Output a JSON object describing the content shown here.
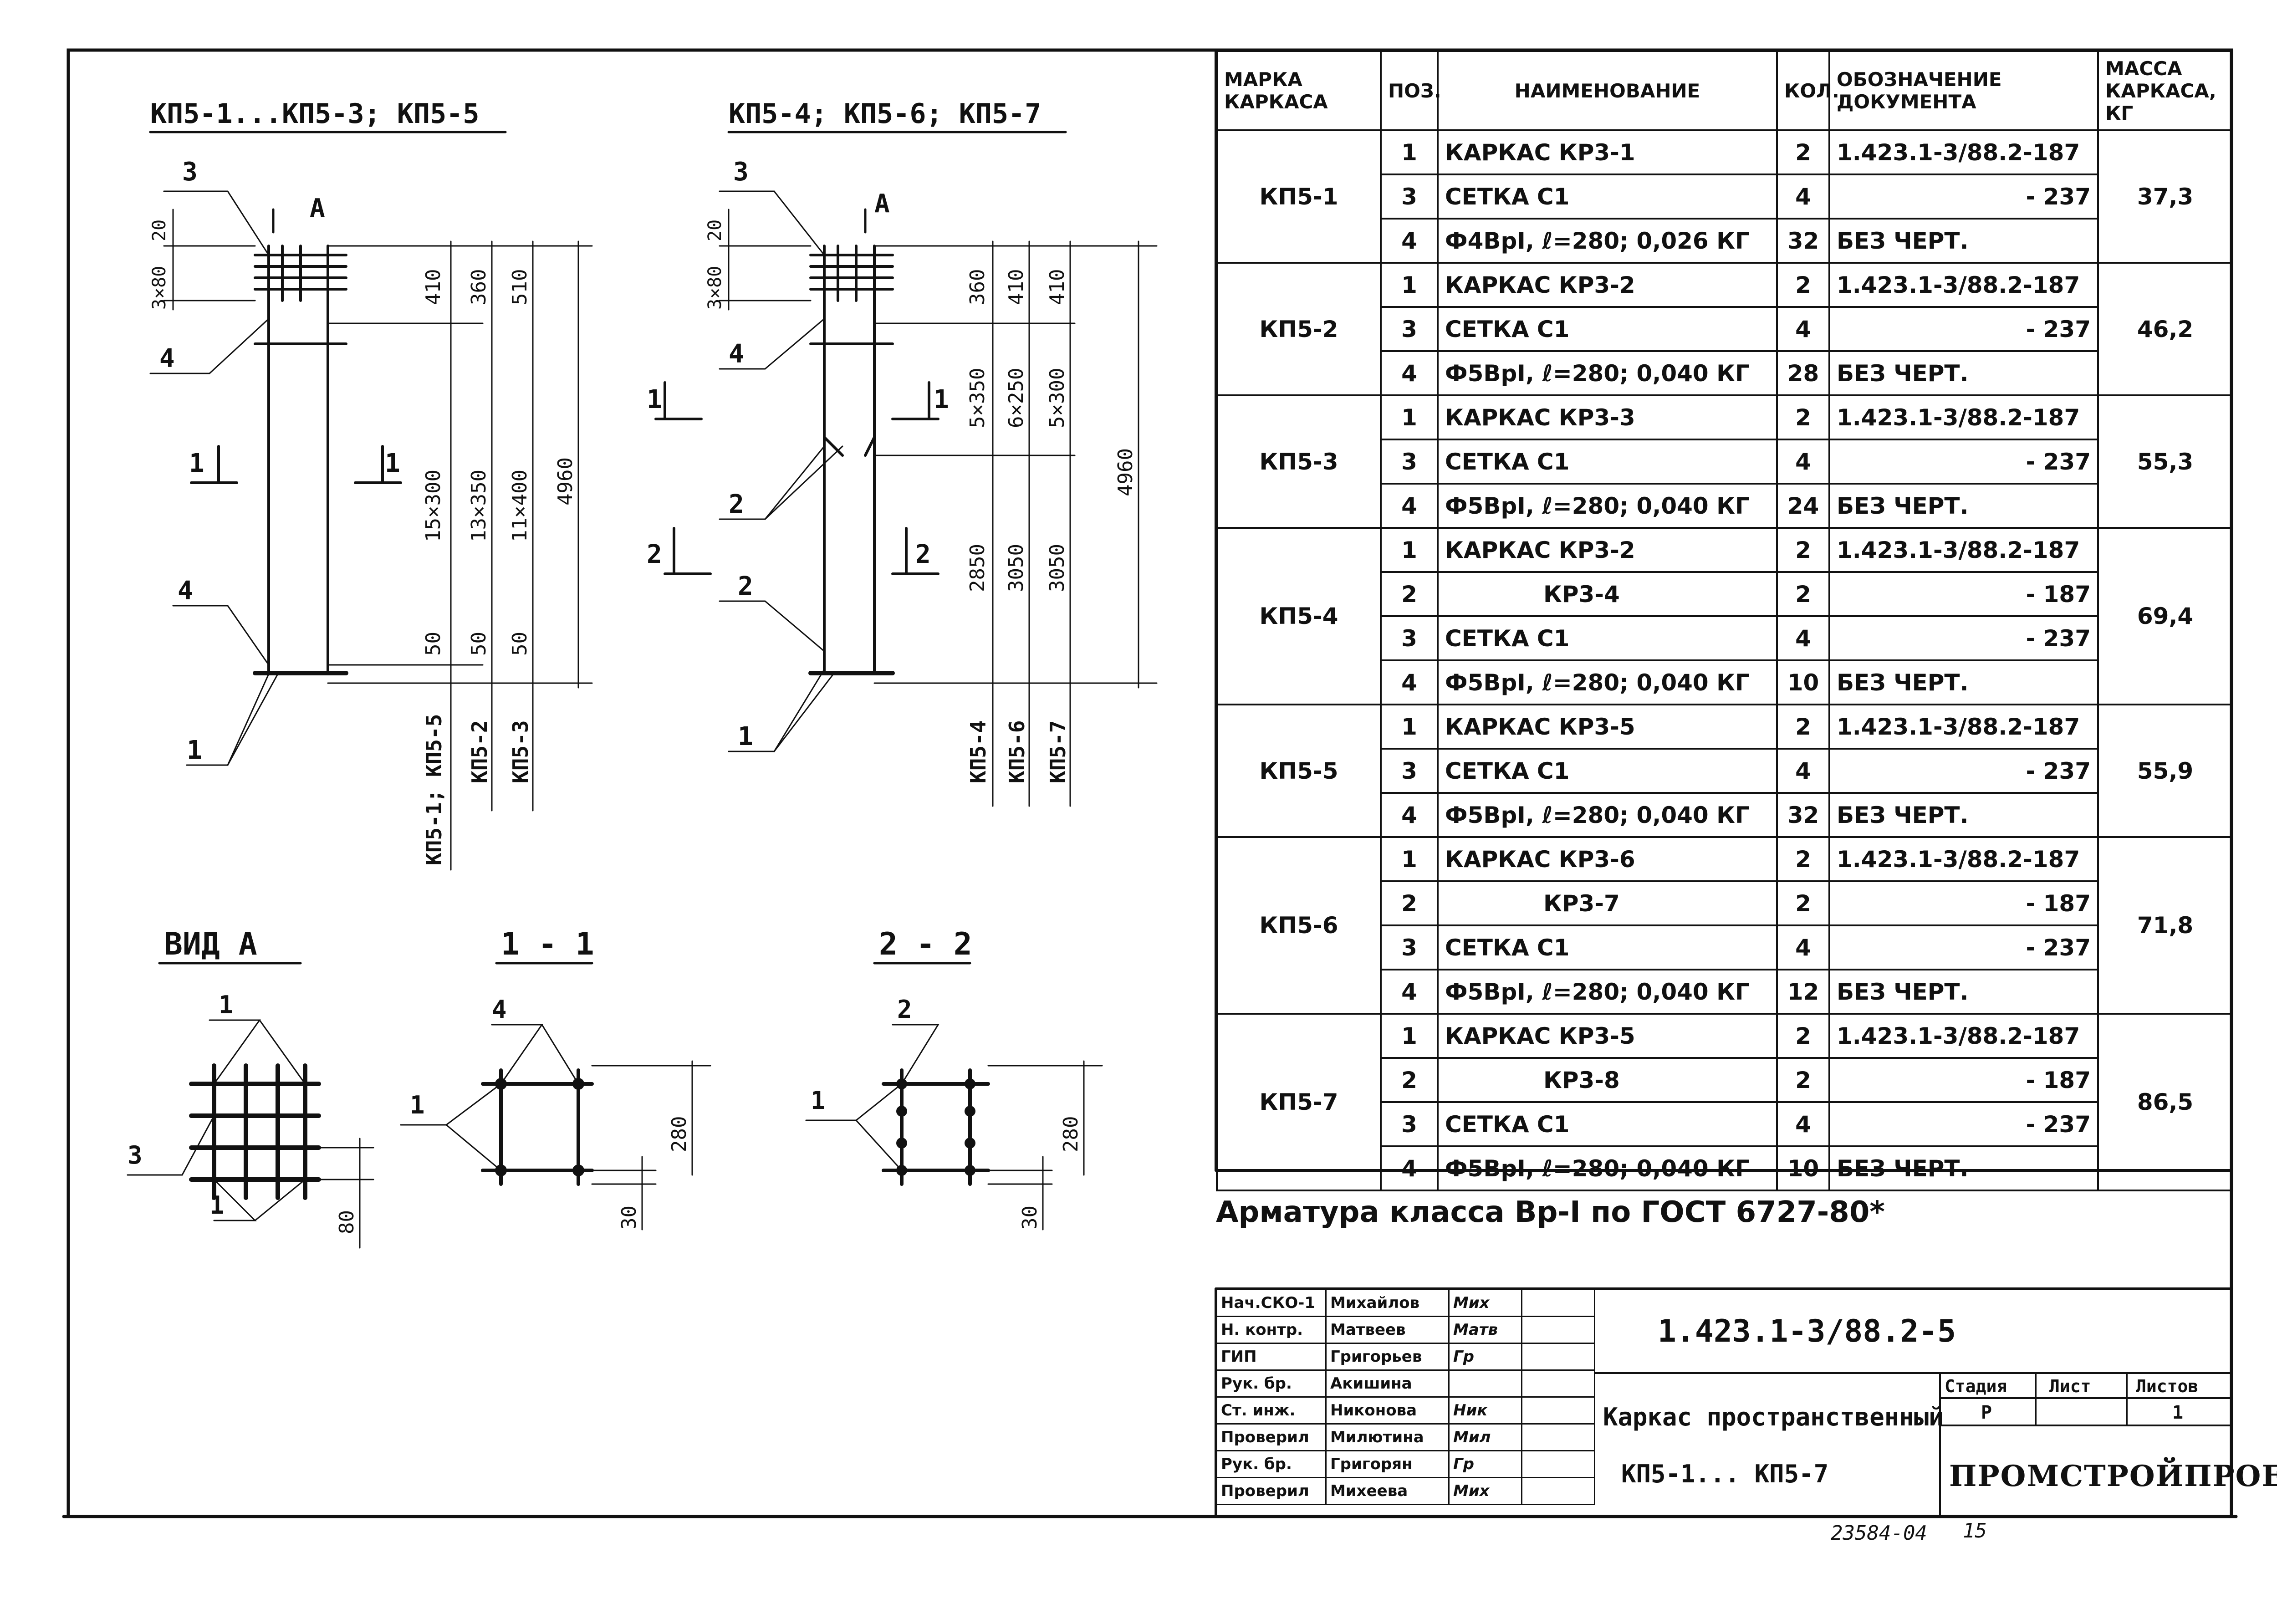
{
  "drawing": {
    "elev_left_title": "КП5-1...КП5-3; КП5-5",
    "elev_right_title": "КП5-4; КП5-6; КП5-7",
    "section_A": "А",
    "section_1": "1",
    "section_2": "2",
    "pos_1": "1",
    "pos_2": "2",
    "pos_3": "3",
    "pos_4": "4",
    "left_dims": {
      "top20": "20",
      "top3x80": "3×80",
      "d410": "410",
      "d360": "360",
      "d510": "510",
      "d15x300": "15×300",
      "d13x350": "13×350",
      "d11x400": "11×400",
      "d4960": "4960",
      "d50a": "50",
      "d50b": "50",
      "d50c": "50",
      "lbl_kp51_55": "КП5-1; КП5-5",
      "lbl_kp52": "КП5-2",
      "lbl_kp53": "КП5-3"
    },
    "right_dims": {
      "top20": "20",
      "top3x80": "3×80",
      "d360": "360",
      "d410a": "410",
      "d410b": "410",
      "d5x350": "5×350",
      "d6x250": "6×250",
      "d5x300": "5×300",
      "d4960": "4960",
      "d2850": "2850",
      "d3050a": "3050",
      "d3050b": "3050",
      "lbl_kp54": "КП5-4",
      "lbl_kp56": "КП5-6",
      "lbl_kp57": "КП5-7"
    },
    "view_a_title": "ВИД А",
    "sec11_title": "1 - 1",
    "sec22_title": "2 - 2",
    "d280a": "280",
    "d280b": "280",
    "d80": "80",
    "d30a": "30",
    "d30b": "30"
  },
  "spec": {
    "headers": {
      "mark": "МАРКА КАРКАСА",
      "pos": "ПОЗ.",
      "name": "НАИМЕНОВАНИЕ",
      "qty": "КОЛ.",
      "doc": "ОБОЗНАЧЕНИЕ ДОКУМЕНТА",
      "mass": "МАССА КАРКАСА, КГ"
    },
    "groups": [
      {
        "mark": "КП5-1",
        "mass": "37,3",
        "rows": [
          {
            "pos": "1",
            "name": "КАРКАС КР3-1",
            "qty": "2",
            "doc": "1.423.1-3/88.2-187"
          },
          {
            "pos": "3",
            "name": "СЕТКА С1",
            "qty": "4",
            "doc": "- 237"
          },
          {
            "pos": "4",
            "name": "Ф4ВрI, ℓ=280; 0,026 КГ",
            "qty": "32",
            "doc": "БЕЗ ЧЕРТ."
          }
        ]
      },
      {
        "mark": "КП5-2",
        "mass": "46,2",
        "rows": [
          {
            "pos": "1",
            "name": "КАРКАС КР3-2",
            "qty": "2",
            "doc": "1.423.1-3/88.2-187"
          },
          {
            "pos": "3",
            "name": "СЕТКА С1",
            "qty": "4",
            "doc": "- 237"
          },
          {
            "pos": "4",
            "name": "Ф5ВрI, ℓ=280; 0,040 КГ",
            "qty": "28",
            "doc": "БЕЗ ЧЕРТ."
          }
        ]
      },
      {
        "mark": "КП5-3",
        "mass": "55,3",
        "rows": [
          {
            "pos": "1",
            "name": "КАРКАС КР3-3",
            "qty": "2",
            "doc": "1.423.1-3/88.2-187"
          },
          {
            "pos": "3",
            "name": "СЕТКА С1",
            "qty": "4",
            "doc": "- 237"
          },
          {
            "pos": "4",
            "name": "Ф5ВрI, ℓ=280; 0,040 КГ",
            "qty": "24",
            "doc": "БЕЗ ЧЕРТ."
          }
        ]
      },
      {
        "mark": "КП5-4",
        "mass": "69,4",
        "rows": [
          {
            "pos": "1",
            "name": "КАРКАС КР3-2",
            "qty": "2",
            "doc": "1.423.1-3/88.2-187"
          },
          {
            "pos": "2",
            "name": "КР3-4",
            "qty": "2",
            "doc": "- 187"
          },
          {
            "pos": "3",
            "name": "СЕТКА С1",
            "qty": "4",
            "doc": "- 237"
          },
          {
            "pos": "4",
            "name": "Ф5ВрI, ℓ=280; 0,040 КГ",
            "qty": "10",
            "doc": "БЕЗ ЧЕРТ."
          }
        ]
      },
      {
        "mark": "КП5-5",
        "mass": "55,9",
        "rows": [
          {
            "pos": "1",
            "name": "КАРКАС КР3-5",
            "qty": "2",
            "doc": "1.423.1-3/88.2-187"
          },
          {
            "pos": "3",
            "name": "СЕТКА С1",
            "qty": "4",
            "doc": "- 237"
          },
          {
            "pos": "4",
            "name": "Ф5ВрI, ℓ=280; 0,040 КГ",
            "qty": "32",
            "doc": "БЕЗ ЧЕРТ."
          }
        ]
      },
      {
        "mark": "КП5-6",
        "mass": "71,8",
        "rows": [
          {
            "pos": "1",
            "name": "КАРКАС КР3-6",
            "qty": "2",
            "doc": "1.423.1-3/88.2-187"
          },
          {
            "pos": "2",
            "name": "КР3-7",
            "qty": "2",
            "doc": "- 187"
          },
          {
            "pos": "3",
            "name": "СЕТКА С1",
            "qty": "4",
            "doc": "- 237"
          },
          {
            "pos": "4",
            "name": "Ф5ВрI, ℓ=280; 0,040 КГ",
            "qty": "12",
            "doc": "БЕЗ ЧЕРТ."
          }
        ]
      },
      {
        "mark": "КП5-7",
        "mass": "86,5",
        "rows": [
          {
            "pos": "1",
            "name": "КАРКАС КР3-5",
            "qty": "2",
            "doc": "1.423.1-3/88.2-187"
          },
          {
            "pos": "2",
            "name": "КР3-8",
            "qty": "2",
            "doc": "- 187"
          },
          {
            "pos": "3",
            "name": "СЕТКА С1",
            "qty": "4",
            "doc": "- 237"
          },
          {
            "pos": "4",
            "name": "Ф5ВрI, ℓ=280; 0,040 КГ",
            "qty": "10",
            "doc": "БЕЗ ЧЕРТ."
          }
        ]
      }
    ],
    "note": "Арматура класса Вр-I по ГОСТ 6727-80*"
  },
  "stamp": {
    "roles": [
      {
        "role": "Нач.СКО-1",
        "name": "Михайлов",
        "sign": "Мих"
      },
      {
        "role": "Н. контр.",
        "name": "Матвеев",
        "sign": "Матв"
      },
      {
        "role": "ГИП",
        "name": "Григорьев",
        "sign": "Гр"
      },
      {
        "role": "Рук. бр.",
        "name": "Акишина",
        "sign": ""
      },
      {
        "role": "Ст. инж.",
        "name": "Никонова",
        "sign": "Ник"
      },
      {
        "role": "Проверил",
        "name": "Милютина",
        "sign": "Мил"
      },
      {
        "role": "Рук. бр.",
        "name": "Григорян",
        "sign": "Гр"
      },
      {
        "role": "Проверил",
        "name": "Михеева",
        "sign": "Мих"
      }
    ],
    "doc_code": "1.423.1-3/88.2-5",
    "title_line1": "Каркас пространственный",
    "title_line2": "КП5-1... КП5-7",
    "stage_label": "Стадия",
    "sheet_label": "Лист",
    "sheets_label": "Листов",
    "stage_value": "Р",
    "sheet_value": "",
    "sheets_value": "1",
    "org": "ПРОМСТРОЙПРОЕКТ"
  },
  "footer": {
    "inventory": "23584-04",
    "page_no": "15"
  }
}
